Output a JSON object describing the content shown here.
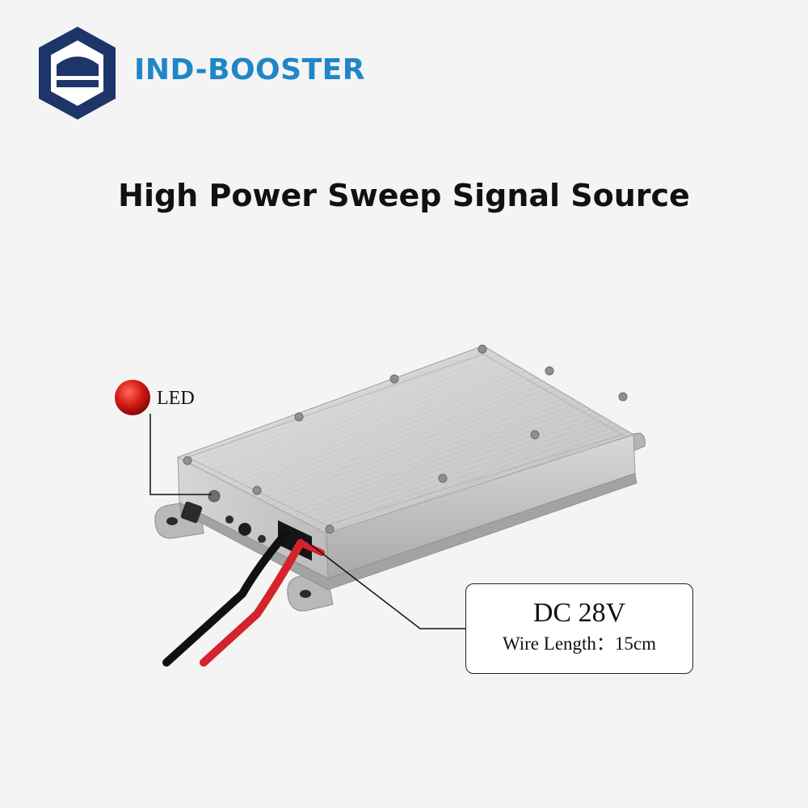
{
  "brand": {
    "name": "IND-BOOSTER",
    "color": "#1f86c8",
    "logo_color": "#1d3568"
  },
  "headline": "High Power Sweep Signal Source",
  "callouts": {
    "led": {
      "label": "LED",
      "indicator_color": "#cc1111"
    },
    "power": {
      "voltage": "DC 28V",
      "wire_length": "Wire Length：15cm"
    }
  },
  "product": {
    "finish_color": "#cfcfcf",
    "wire_colors": [
      "#111111",
      "#d4232a"
    ]
  }
}
